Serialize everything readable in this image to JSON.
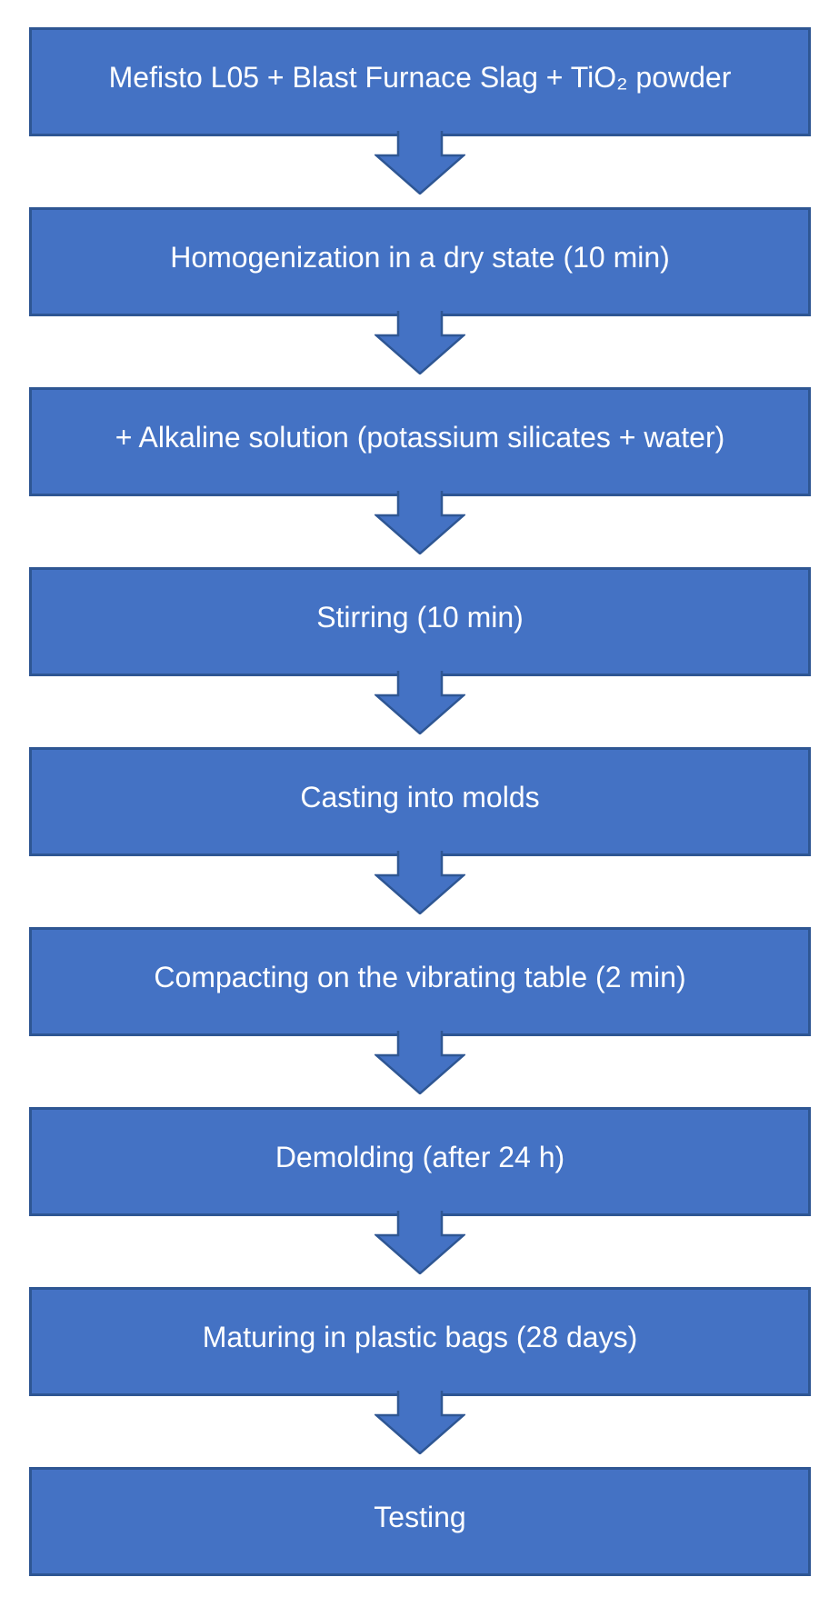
{
  "diagram": {
    "type": "flowchart-vertical",
    "description": "Process flow for preparing and testing an alkali-activated material mixture",
    "colors": {
      "box_fill": "#4472C4",
      "box_border": "#2E5693",
      "text": "#FFFFFF",
      "background": "#FFFFFF"
    },
    "connector": "block-down-arrow",
    "steps": [
      {
        "label": "Mefisto L05 + Blast Furnace Slag + TiO₂ powder"
      },
      {
        "label": "Homogenization in a dry state (10 min)"
      },
      {
        "label": "+ Alkaline solution (potassium silicates + water)"
      },
      {
        "label": "Stirring (10 min)"
      },
      {
        "label": "Casting into molds"
      },
      {
        "label": "Compacting on the vibrating table (2 min)"
      },
      {
        "label": "Demolding (after 24 h)"
      },
      {
        "label": "Maturing in plastic bags (28 days)"
      },
      {
        "label": "Testing"
      }
    ]
  }
}
